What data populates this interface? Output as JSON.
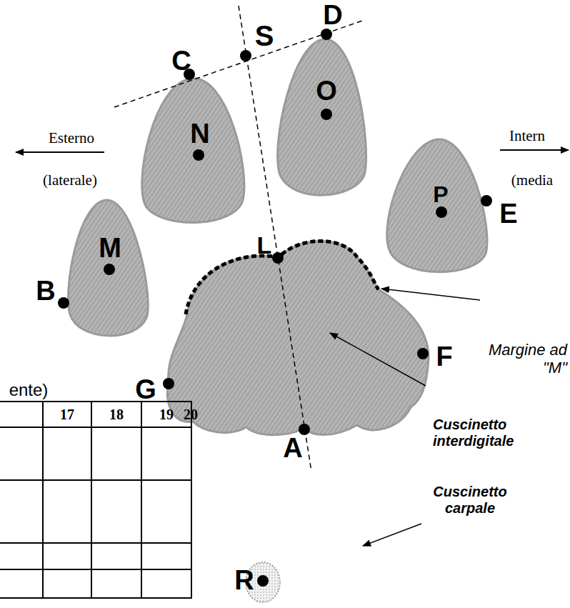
{
  "diagram": {
    "labels": [
      "D",
      "S",
      "C",
      "O",
      "N",
      "Esterno",
      "(laterale)",
      "Intern",
      "(media",
      "P",
      "E",
      "M",
      "L",
      "B",
      "F",
      "Margine ad \"M\"",
      "G",
      "ente)",
      "17",
      "18",
      "19",
      "20",
      "Cuscinetto interdigitale",
      "A",
      "Cuscinetto carpale",
      "R"
    ]
  }
}
